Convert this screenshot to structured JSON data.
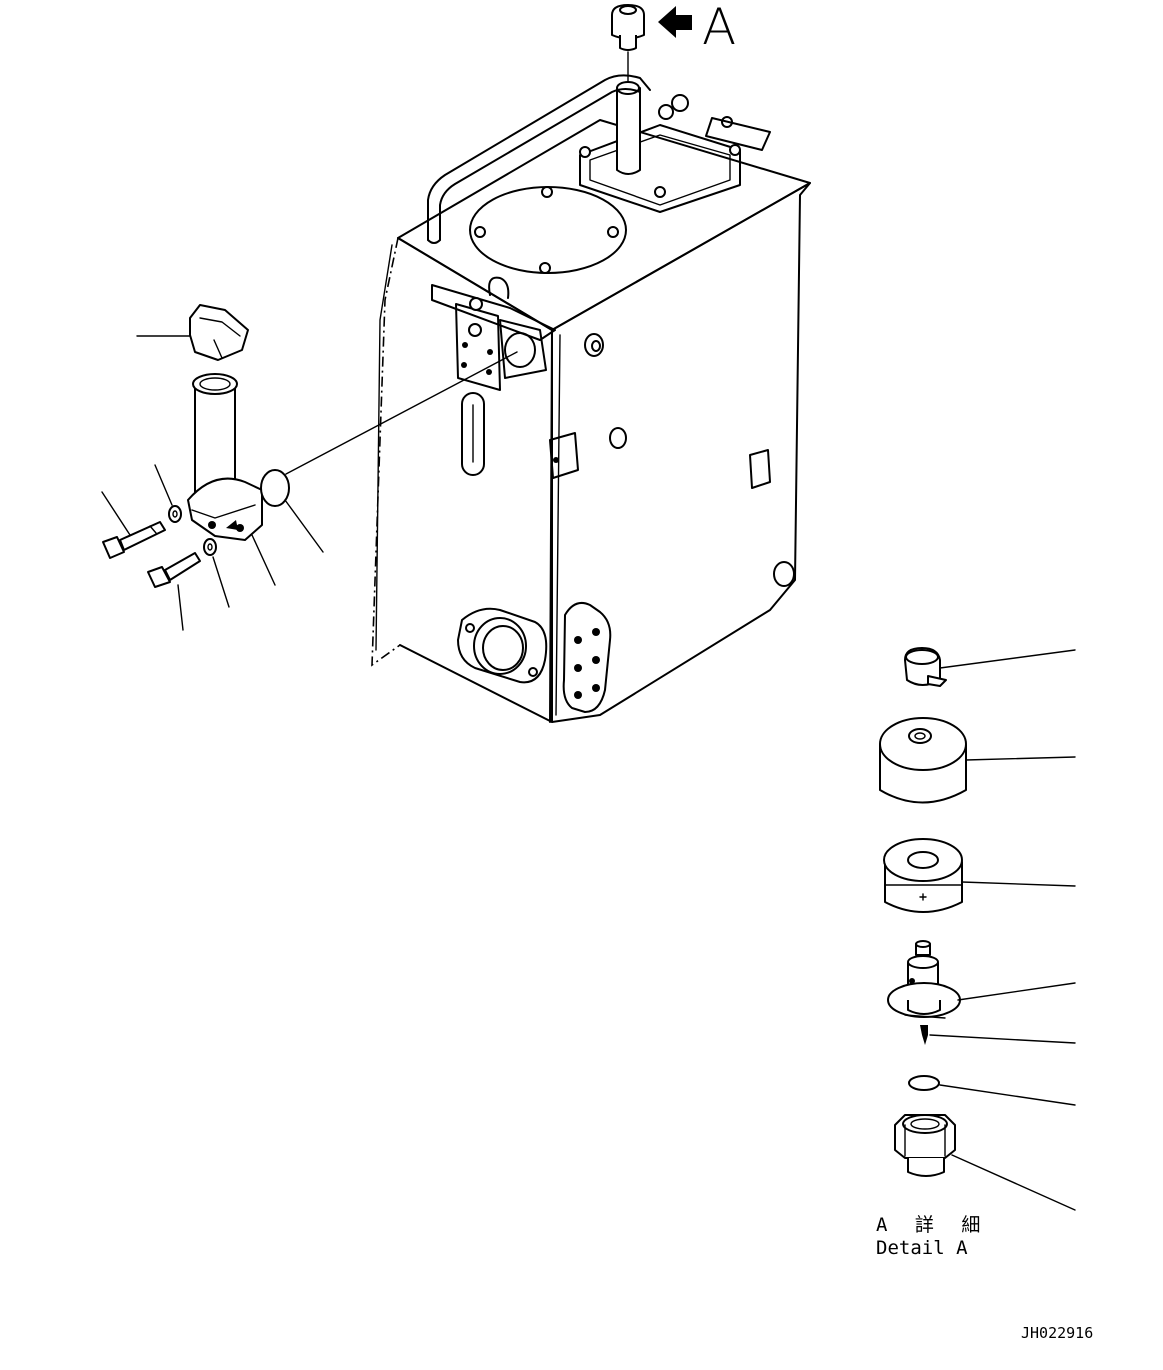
{
  "view_marker": {
    "letter": "A"
  },
  "detail_caption": {
    "japanese": "A 詳 細",
    "english": "Detail A"
  },
  "drawing_id": "JH022916"
}
